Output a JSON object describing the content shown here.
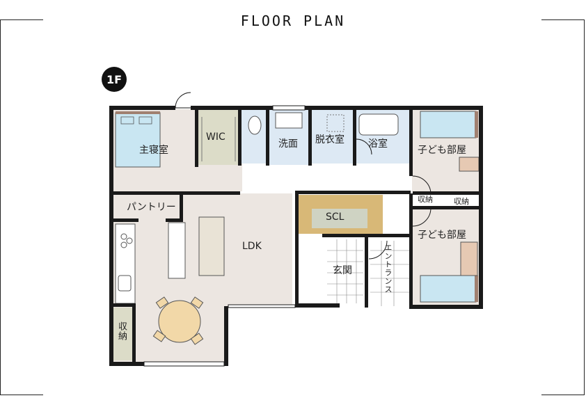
{
  "page": {
    "title": "FLOOR PLAN",
    "floor_badge": "1F"
  },
  "rooms": {
    "master_bedroom": "主寝室",
    "wic": "WIC",
    "washroom": "洗面",
    "dressing": "脱衣室",
    "bathroom": "浴室",
    "kids_room_1": "子ども部屋",
    "kids_room_2": "子ども部屋",
    "storage_1": "収納",
    "storage_2": "収納",
    "pantry": "パントリー",
    "ldk": "LDK",
    "scl": "SCL",
    "genkan": "玄関",
    "entrance": "エントランス",
    "storage_left": "収納"
  },
  "colors": {
    "wall": "#1a1a1a",
    "floor_beige": "#ece6e1",
    "floor_white": "#ffffff",
    "wet_blue": "#dde9f4",
    "bed_blue": "#c9e6f2",
    "wic_green": "#dcdcc8",
    "scl_wood": "#d8b877",
    "scl_floor": "#cfd3c3",
    "table_wood": "#f2d8a8",
    "sofa": "#e9e3d6"
  }
}
